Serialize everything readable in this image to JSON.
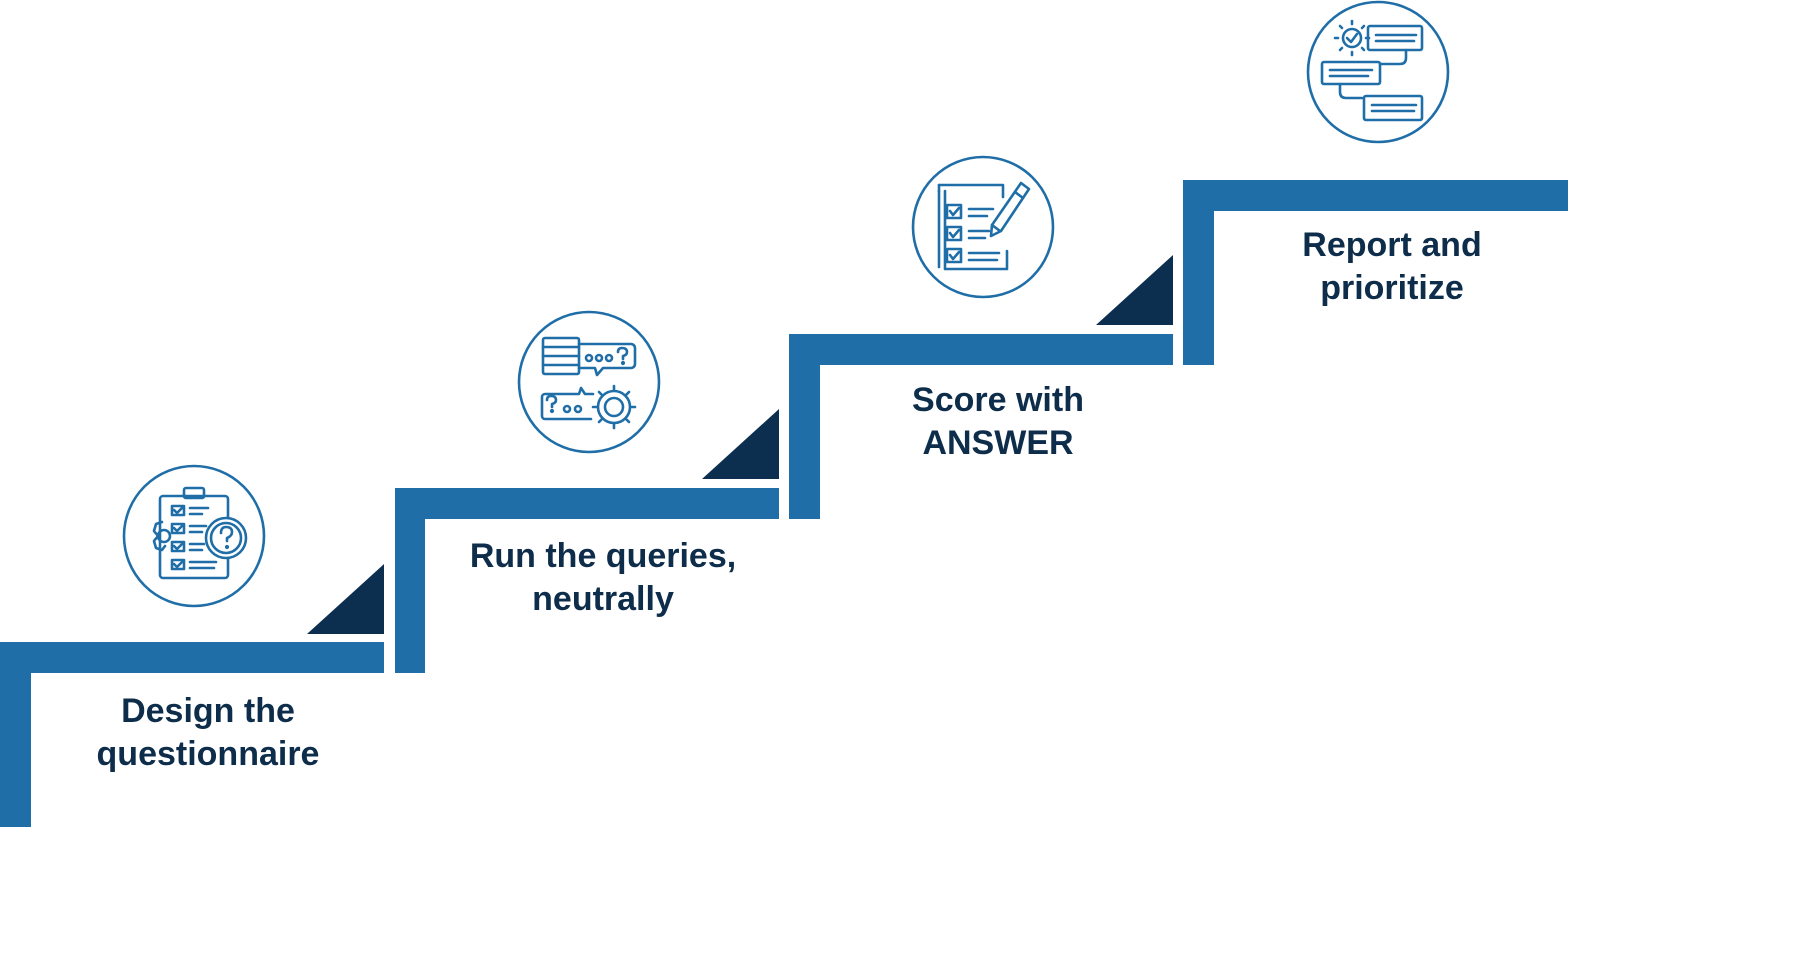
{
  "colors": {
    "step_blue": "#1f6ea8",
    "step_dark": "#0c2f4f",
    "label_text": "#0d2d4b",
    "icon_stroke": "#1f6ea8",
    "background": "#ffffff"
  },
  "steps": [
    {
      "label": "Design the\nquestionnaire",
      "icon": "clipboard-question-gear-icon"
    },
    {
      "label": "Run the queries,\nneutrally",
      "icon": "chat-bubbles-gear-icon"
    },
    {
      "label": "Score with\nANSWER",
      "icon": "checklist-pencil-icon"
    },
    {
      "label": "Report and\nprioritize",
      "icon": "flowchart-gear-icon"
    }
  ]
}
